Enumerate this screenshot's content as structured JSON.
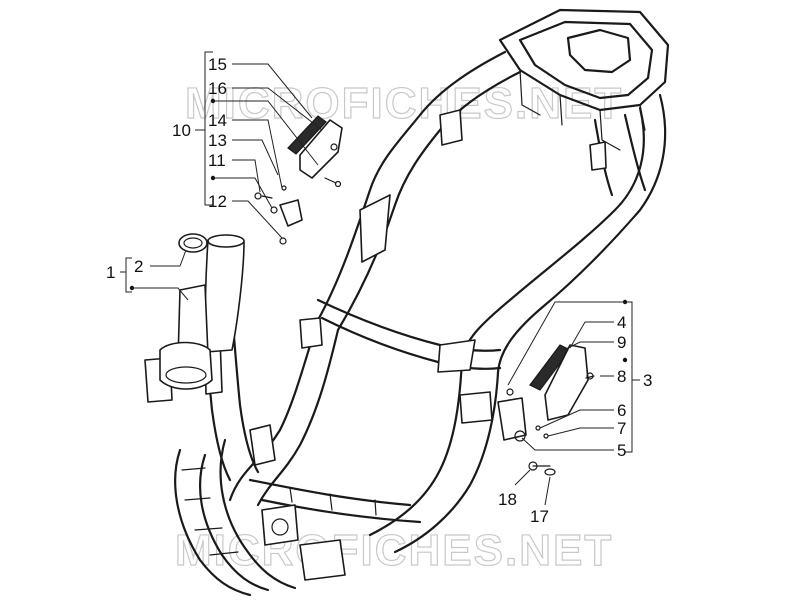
{
  "watermark": {
    "text_top": "MICROFICHES.NET",
    "text_bottom": "MICROFICHES.NET"
  },
  "callouts": {
    "c1": "1",
    "c2": "2",
    "c3": "3",
    "c4": "4",
    "c5": "5",
    "c6": "6",
    "c7": "7",
    "c8": "8",
    "c9": "9",
    "c10": "10",
    "c11": "11",
    "c12": "12",
    "c13": "13",
    "c14": "14",
    "c15": "15",
    "c16": "16",
    "c17": "17",
    "c18": "18"
  }
}
